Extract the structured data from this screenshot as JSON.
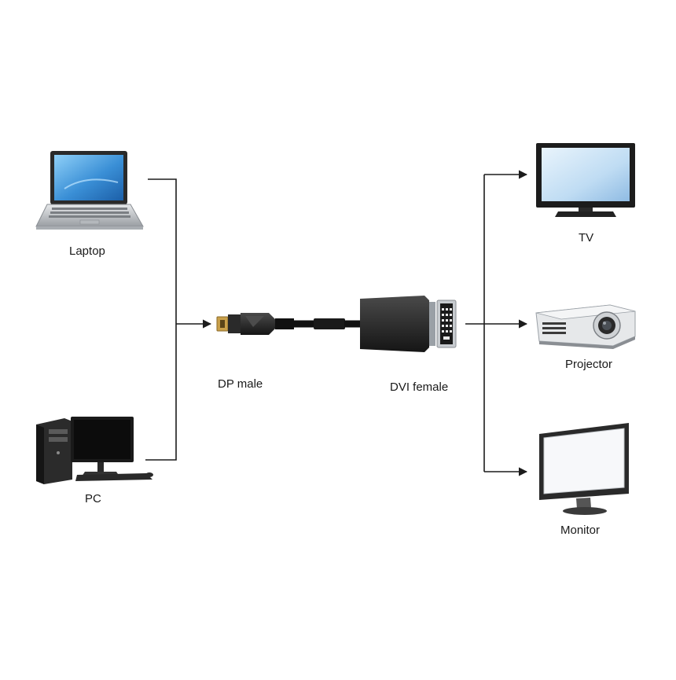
{
  "diagram": {
    "sources": [
      {
        "id": "laptop",
        "label": "Laptop",
        "icon": "laptop-icon"
      },
      {
        "id": "pc",
        "label": "PC",
        "icon": "desktop-pc-icon"
      }
    ],
    "adapter": {
      "input_label": "DP male",
      "input_icon": "displayport-plug-icon",
      "output_label": "DVI female",
      "output_icon": "dvi-female-connector-icon"
    },
    "displays": [
      {
        "id": "tv",
        "label": "TV",
        "icon": "tv-icon"
      },
      {
        "id": "projector",
        "label": "Projector",
        "icon": "projector-icon"
      },
      {
        "id": "monitor",
        "label": "Monitor",
        "icon": "monitor-icon"
      }
    ],
    "colors": {
      "line": "#1c1c1c",
      "screen": "#3a8fd6",
      "device_dark": "#1e1e1e",
      "device_silver": "#c9ccd0"
    }
  }
}
